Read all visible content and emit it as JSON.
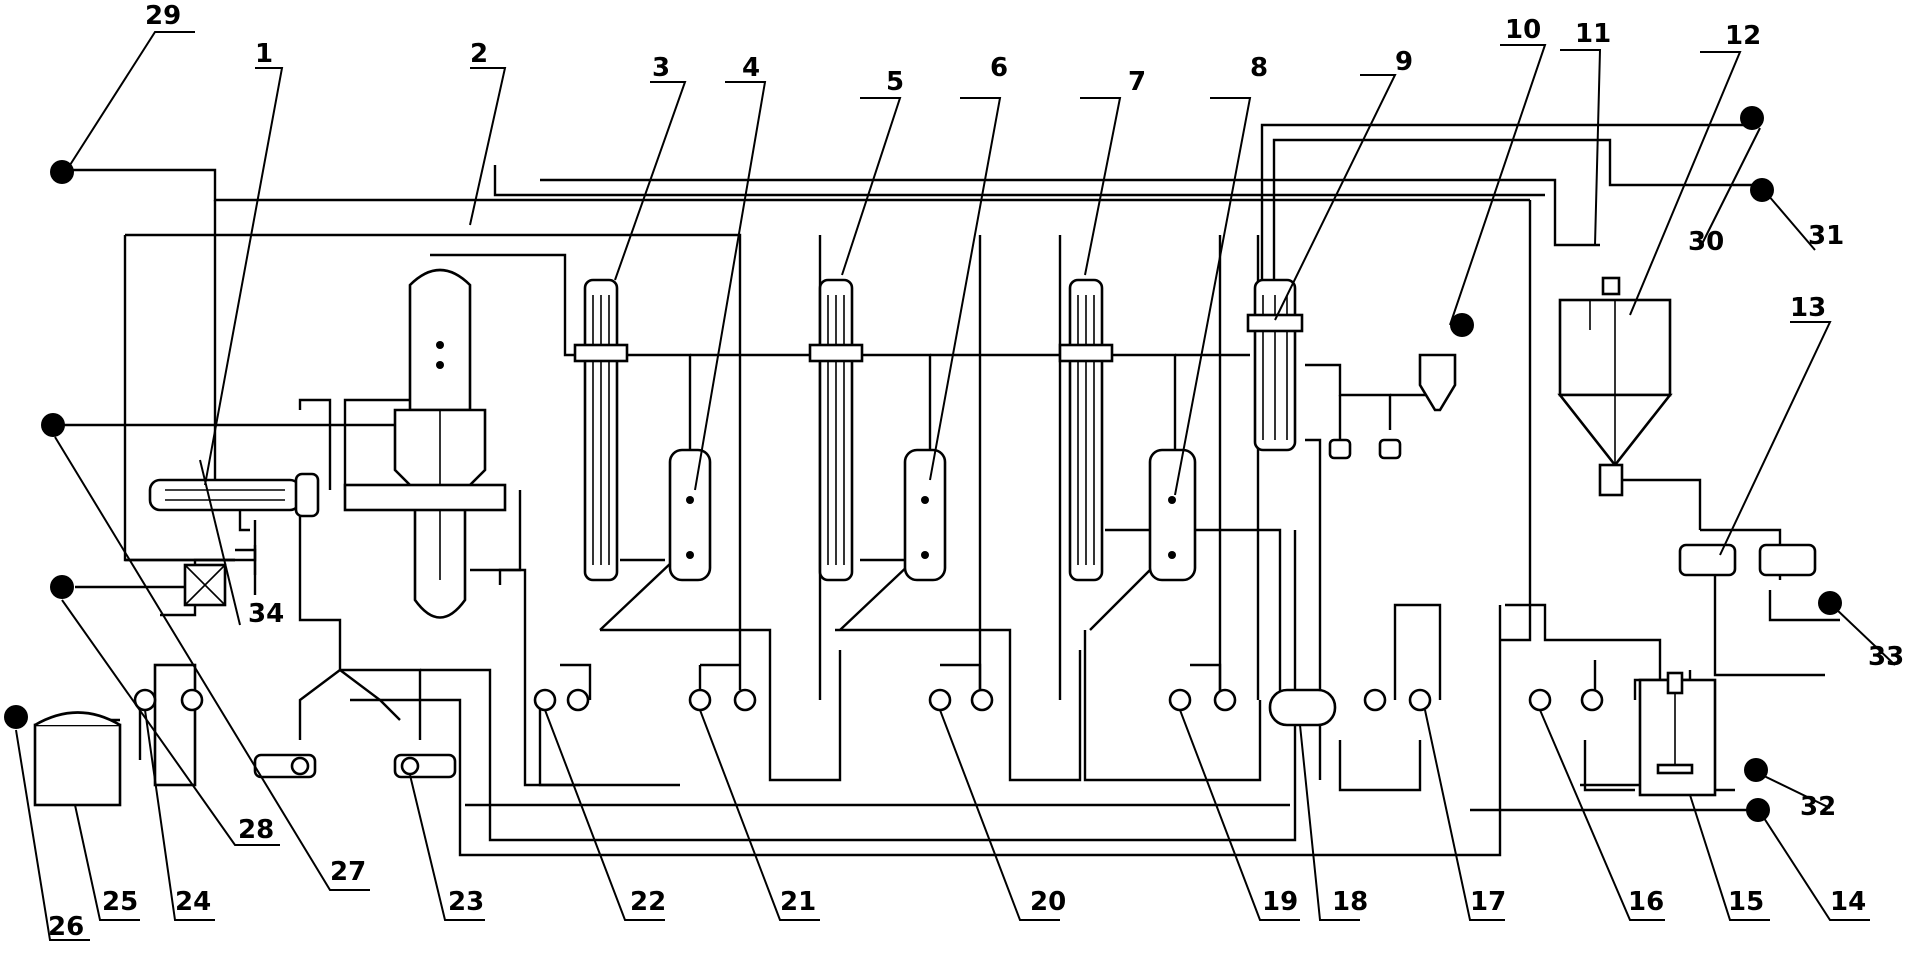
{
  "diagram": {
    "labels": [
      "1",
      "2",
      "3",
      "4",
      "5",
      "6",
      "7",
      "8",
      "9",
      "10",
      "11",
      "12",
      "13",
      "14",
      "15",
      "16",
      "17",
      "18",
      "19",
      "20",
      "21",
      "22",
      "23",
      "24",
      "25",
      "26",
      "27",
      "28",
      "29",
      "30",
      "31",
      "32",
      "33",
      "34"
    ]
  }
}
